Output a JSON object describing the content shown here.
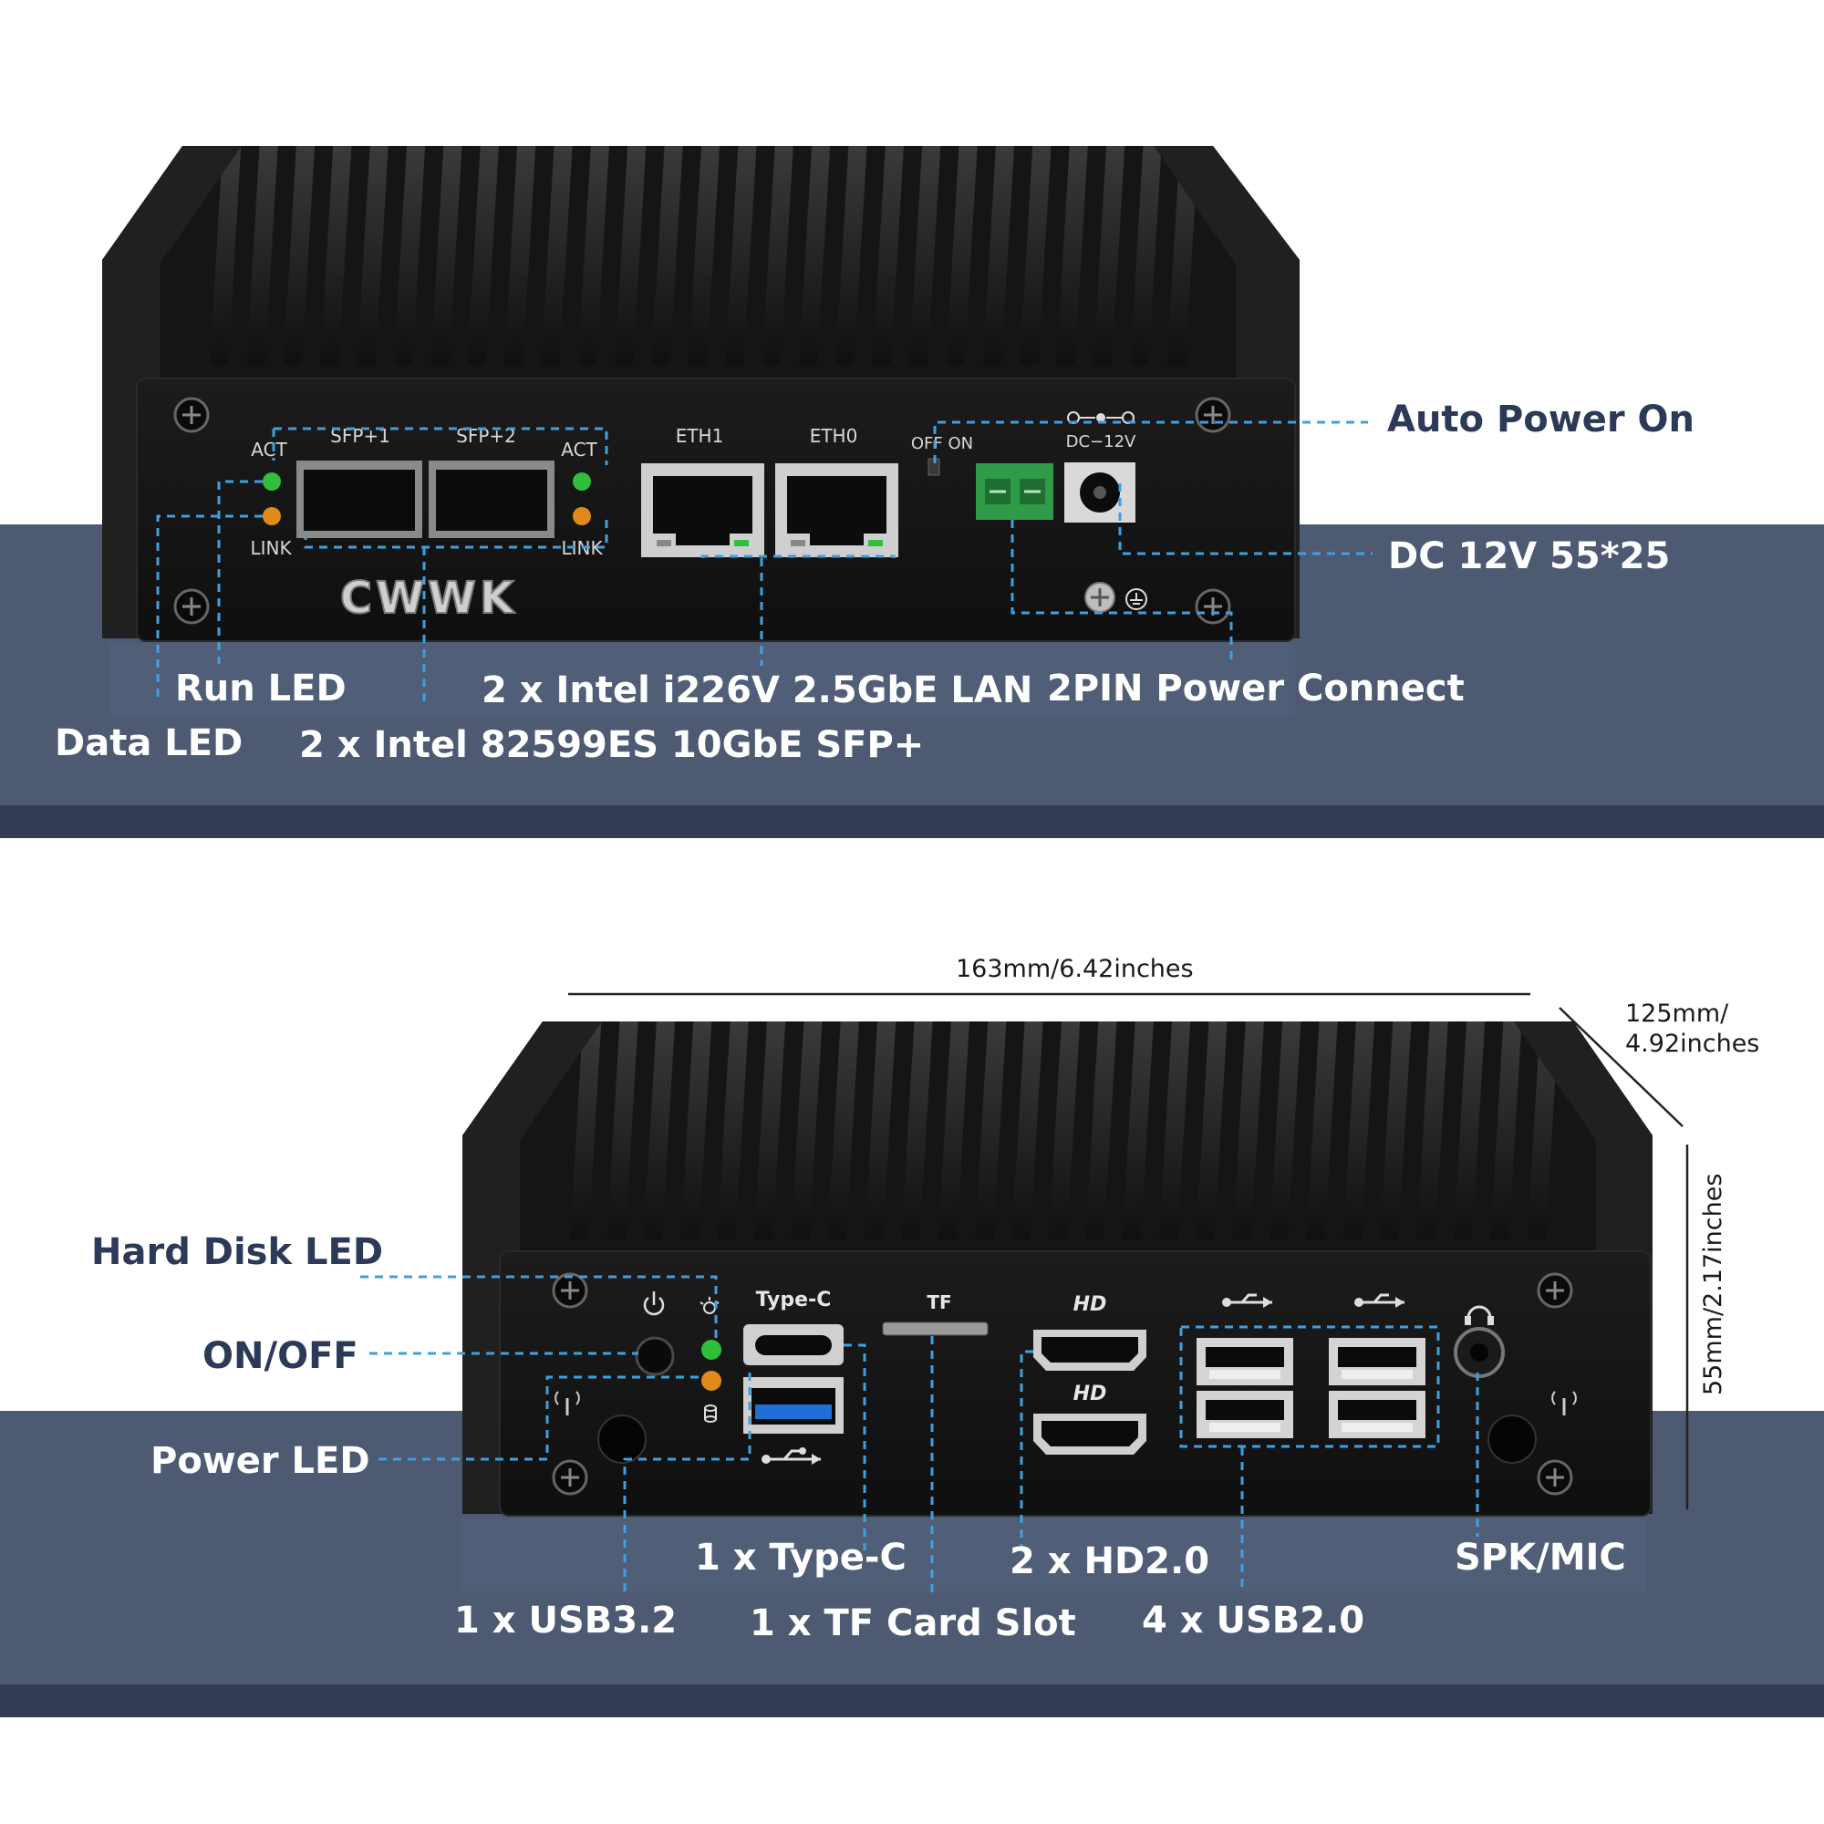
{
  "brand": {
    "logo_text": "CWWK"
  },
  "top_view": {
    "port_labels": {
      "act_left": "ACT",
      "act_right": "ACT",
      "link_left": "LINK",
      "link_right": "LINK",
      "sfp1": "SFP+1",
      "sfp2": "SFP+2",
      "eth1": "ETH1",
      "eth0": "ETH0",
      "off_on": "OFF ON",
      "dc": "DC−12V"
    },
    "callouts": {
      "auto_power_on": "Auto Power On",
      "dc_12v": "DC 12V 55*25",
      "run_led": "Run LED",
      "data_led": "Data LED",
      "lan": "2 x Intel i226V 2.5GbE LAN",
      "sfp": "2 x Intel 82599ES 10GbE SFP+",
      "pin_power": "2PIN Power Connect"
    }
  },
  "bottom_view": {
    "port_labels": {
      "type_c": "Type-C",
      "tf": "TF",
      "hd_top": "HD",
      "hd_bottom": "HD"
    },
    "callouts": {
      "hard_disk_led": "Hard Disk LED",
      "on_off": "ON/OFF",
      "power_led": "Power LED",
      "type_c": "1 x Type-C",
      "hd": "2 x HD2.0",
      "spk_mic": "SPK/MIC",
      "usb32": "1 x USB3.2",
      "tf_slot": "1 x TF Card Slot",
      "usb20": "4 x USB2.0"
    },
    "dimensions": {
      "width": "163mm/6.42inches",
      "depth_line1": "125mm/",
      "depth_line2": "4.92inches",
      "height": "55mm/2.17inches"
    }
  },
  "colors": {
    "band_light": "#4e5a72",
    "band_dark": "#323d55",
    "leader_line": "#3fa0e0",
    "chassis": "#1d1d1d",
    "led_green": "#2fbf3a",
    "led_orange": "#e08a1a",
    "terminal_green": "#2f9a47",
    "usb3_blue": "#1f6fd6"
  }
}
